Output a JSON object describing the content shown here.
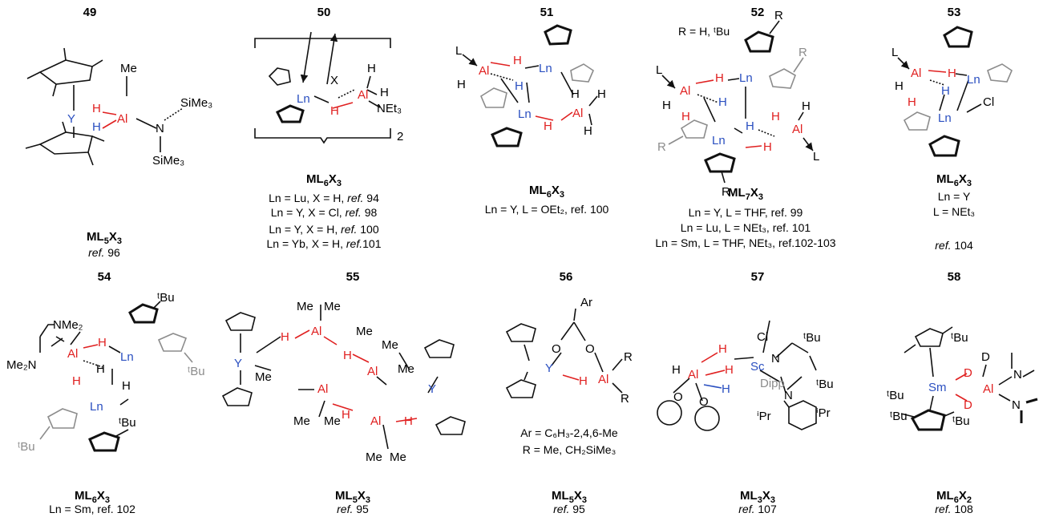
{
  "colors": {
    "al": "#e02020",
    "ln": "#2a4fc0",
    "h_red": "#e02020",
    "h_blue": "#2a4fc0",
    "bond": "#111111",
    "grey": "#8c8c8c"
  },
  "compounds": [
    {
      "num": "49",
      "formula": {
        "main": "ML",
        "s1": "5",
        "x": "X",
        "s2": "3"
      },
      "lines": [
        {
          "text": "",
          "ref": "ref.",
          "tail": " 96"
        }
      ]
    },
    {
      "num": "50",
      "formula": {
        "main": "ML",
        "s1": "6",
        "x": "X",
        "s2": "3"
      },
      "lines": [
        {
          "text": "Ln = Lu, X  = H, ",
          "ref": "ref.",
          "tail": " 94"
        },
        {
          "text": "Ln = Y, X  = Cl, ",
          "ref": "ref.",
          "tail": " 98"
        },
        {
          "text": "Ln = Y, X = H, ",
          "ref": "ref.",
          "tail": " 100"
        },
        {
          "text": "Ln = Yb, X = H, ",
          "ref": "ref.",
          "tail": "101"
        }
      ]
    },
    {
      "num": "51",
      "formula": {
        "main": "ML",
        "s1": "6",
        "x": "X",
        "s2": "3"
      },
      "lines": [
        {
          "text": "Ln = Y, L = OEt₂, ref. 100",
          "ref": "",
          "tail": ""
        }
      ]
    },
    {
      "num": "52",
      "formula": {
        "main": "ML",
        "s1": "7",
        "x": "X",
        "s2": "3"
      },
      "lines": [
        {
          "text": "Ln = Y, L = THF, ref. 99",
          "ref": "",
          "tail": ""
        },
        {
          "text": "Ln = Lu, L = NEt₃, ref. 101",
          "ref": "",
          "tail": ""
        },
        {
          "text": "Ln = Sm, L = THF, NEt₃, ref.102-103",
          "ref": "",
          "tail": ""
        }
      ]
    },
    {
      "num": "53",
      "formula": {
        "main": "ML",
        "s1": "6",
        "x": "X",
        "s2": "3"
      },
      "lines": [
        {
          "text": "Ln = Y",
          "ref": "",
          "tail": ""
        },
        {
          "text": "L = NEt₃",
          "ref": "",
          "tail": ""
        },
        {
          "text": "",
          "ref": "ref.",
          "tail": " 104"
        }
      ]
    },
    {
      "num": "54",
      "formula": {
        "main": "ML",
        "s1": "6",
        "x": "X",
        "s2": "3"
      },
      "lines": [
        {
          "text": "Ln = Sm, ref. 102",
          "ref": "",
          "tail": ""
        }
      ]
    },
    {
      "num": "55",
      "formula": {
        "main": "ML",
        "s1": "5",
        "x": "X",
        "s2": "3"
      },
      "lines": [
        {
          "text": "",
          "ref": "ref.",
          "tail": " 95"
        }
      ]
    },
    {
      "num": "56",
      "formula": {
        "main": "ML",
        "s1": "5",
        "x": "X",
        "s2": "3"
      },
      "lines": [
        {
          "text": "",
          "ref": "ref.",
          "tail": " 95"
        }
      ]
    },
    {
      "num": "57",
      "formula": {
        "main": "ML",
        "s1": "3",
        "x": "X",
        "s2": "3"
      },
      "lines": [
        {
          "text": "",
          "ref": "ref.",
          "tail": " 107"
        }
      ]
    },
    {
      "num": "58",
      "formula": {
        "main": "ML",
        "s1": "6",
        "x": "X",
        "s2": "2"
      },
      "lines": [
        {
          "text": "",
          "ref": "ref.",
          "tail": " 108"
        }
      ]
    }
  ],
  "notes": {
    "c52_r": "R = H, ᵗBu",
    "c56_ar": "Ar = C₆H₃-2,4,6-Me",
    "c56_r": "R = Me, CH₂SiMe₃"
  },
  "atoms": {
    "al": "Al",
    "h": "H",
    "y": "Y",
    "ln": "Ln",
    "sc": "Sc",
    "sm": "Sm",
    "me": "Me",
    "n": "N",
    "o": "O",
    "x": "X",
    "l": "L",
    "cl": "Cl",
    "d": "D",
    "r": "R",
    "ar": "Ar",
    "c": "C",
    "sime3": "SiMe₃",
    "net3": "NEt₃",
    "nme2": "NMe₂",
    "me2n": "Me₂N",
    "tbu": "ᵗBu",
    "ipr": "ⁱPr",
    "dipp": "Dipp",
    "two": "2"
  }
}
